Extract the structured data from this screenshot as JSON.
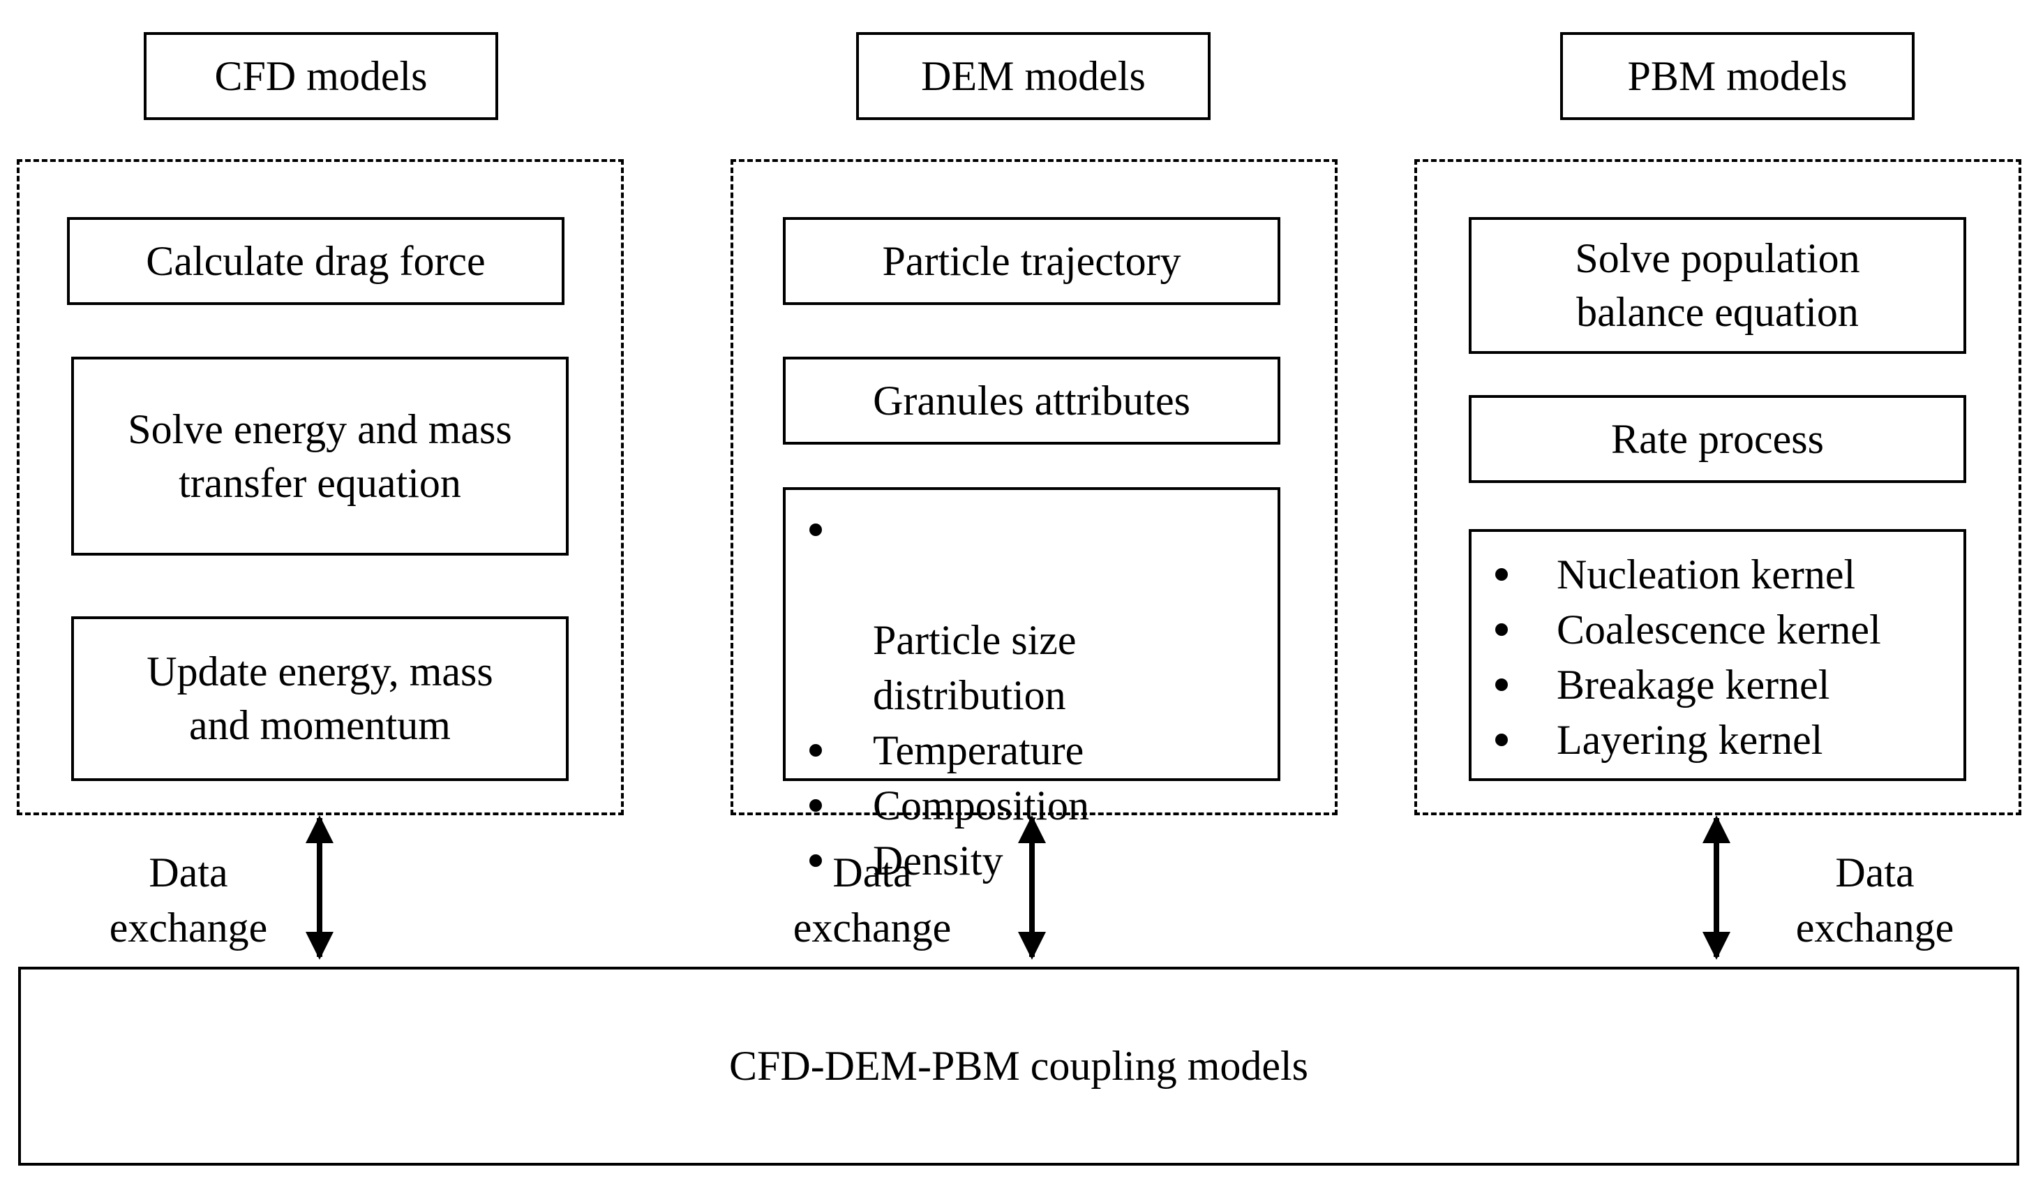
{
  "columns": {
    "cfd": {
      "title": "CFD models",
      "steps": [
        "Calculate drag force",
        "Solve energy and mass\ntransfer equation",
        "Update energy, mass\nand momentum"
      ]
    },
    "dem": {
      "title": "DEM models",
      "steps": [
        "Particle trajectory",
        "Granules attributes"
      ],
      "attributes": [
        "Particle size\ndistribution",
        "Temperature",
        "Composition",
        "Density"
      ]
    },
    "pbm": {
      "title": "PBM models",
      "steps": [
        "Solve population\nbalance equation",
        "Rate process"
      ],
      "kernels": [
        "Nucleation kernel",
        "Coalescence kernel",
        "Breakage kernel",
        "Layering kernel"
      ]
    }
  },
  "links": {
    "cfd_label": "Data\nexchange",
    "dem_label": "Data\nexchange",
    "pbm_label": "Data\nexchange"
  },
  "coupling": {
    "title": "CFD-DEM-PBM coupling models"
  }
}
